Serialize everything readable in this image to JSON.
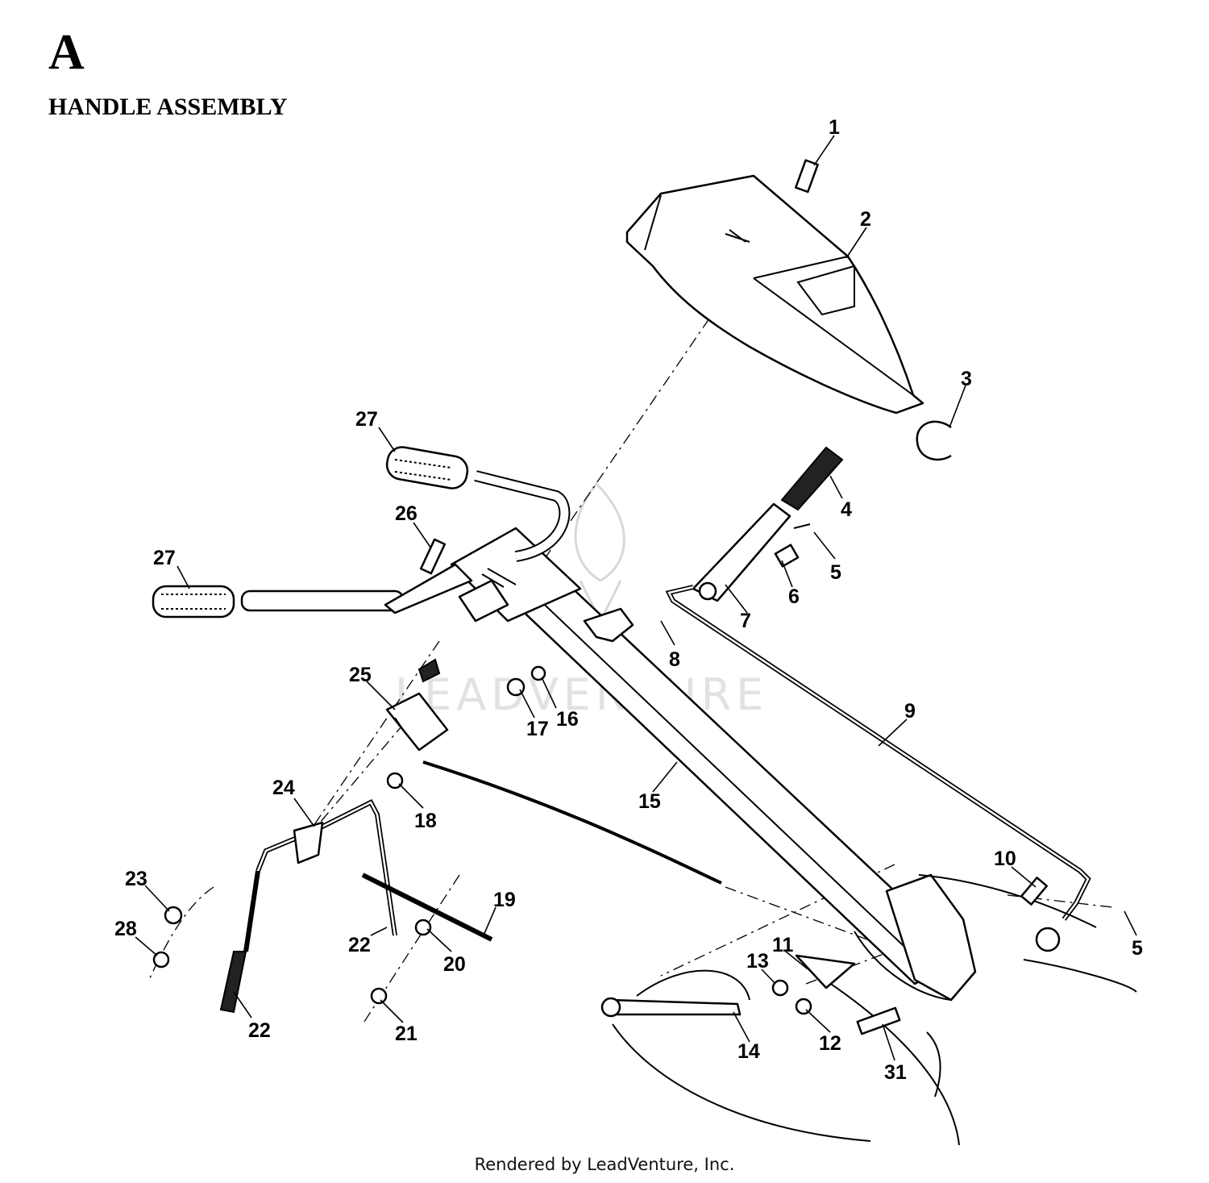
{
  "section": {
    "letter": "A",
    "title": "HANDLE ASSEMBLY"
  },
  "footer": "Rendered by LeadVenture, Inc.",
  "watermark": "LEADVENTURE",
  "callouts": [
    "1",
    "2",
    "3",
    "4",
    "5",
    "6",
    "7",
    "8",
    "9",
    "5",
    "10",
    "11",
    "12",
    "13",
    "14",
    "15",
    "16",
    "17",
    "18",
    "19",
    "20",
    "21",
    "22",
    "22",
    "23",
    "24",
    "25",
    "26",
    "27",
    "27",
    "28",
    "31"
  ]
}
